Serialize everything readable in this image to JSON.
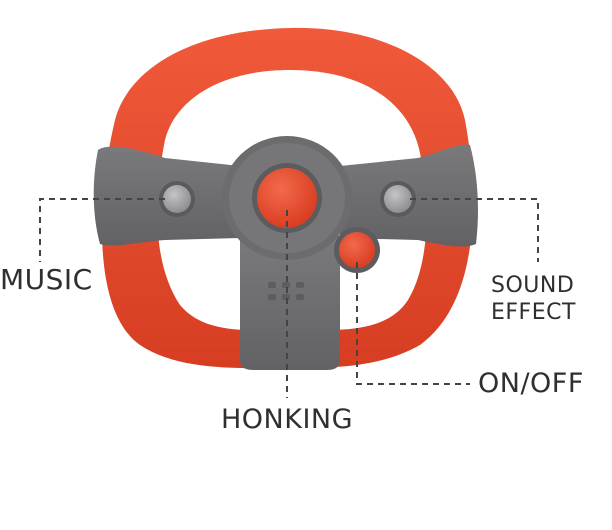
{
  "colors": {
    "rim": "#e8462a",
    "rim_shade": "#c8351d",
    "hub": "#6e6e70",
    "hub_dark": "#555557",
    "button_red": "#e8462a",
    "button_grey": "#9a9a9c",
    "leader_line": "#444444"
  },
  "labels": {
    "music": "MUSIC",
    "sound_effect_line1": "SOUND",
    "sound_effect_line2": "EFFECT",
    "on_off": "ON/OFF",
    "honking": "HONKING"
  }
}
